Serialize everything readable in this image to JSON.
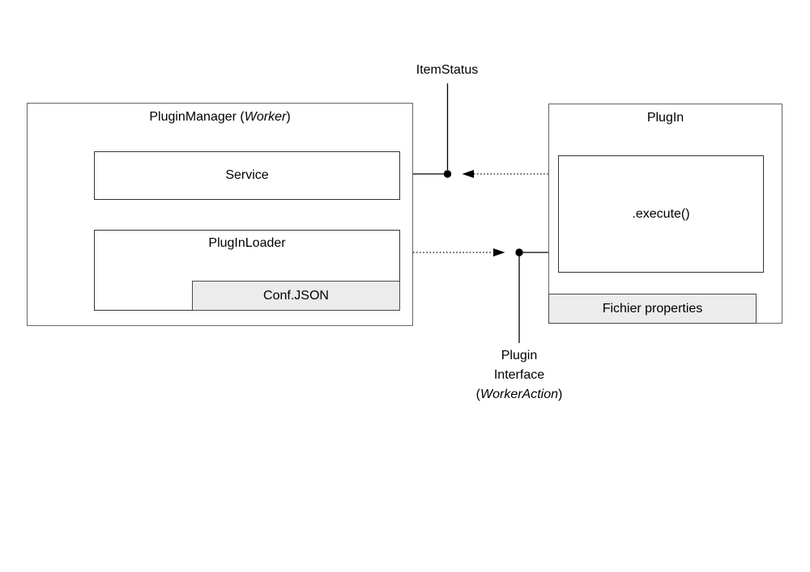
{
  "colors": {
    "background": "#ffffff",
    "outer_border": "#666666",
    "inner_border": "#333333",
    "shaded_fill": "#ececec",
    "text_color": "#000000",
    "connector": "#000000"
  },
  "plugin_manager": {
    "title_prefix": "PluginManager (",
    "title_italic": "Worker",
    "title_suffix": ")",
    "service": {
      "label": "Service"
    },
    "plugin_loader": {
      "label": "PlugInLoader"
    },
    "conf_json": {
      "label": "Conf.JSON"
    }
  },
  "plugin": {
    "title": "PlugIn",
    "execute": {
      "label": ".execute()"
    },
    "fichier_properties": {
      "label": "Fichier properties"
    }
  },
  "connections": {
    "item_status": {
      "label": "ItemStatus"
    },
    "plugin_interface": {
      "line1": "Plugin",
      "line2": "Interface",
      "line3_prefix": "(",
      "line3_italic": "WorkerAction",
      "line3_suffix": ")"
    }
  }
}
